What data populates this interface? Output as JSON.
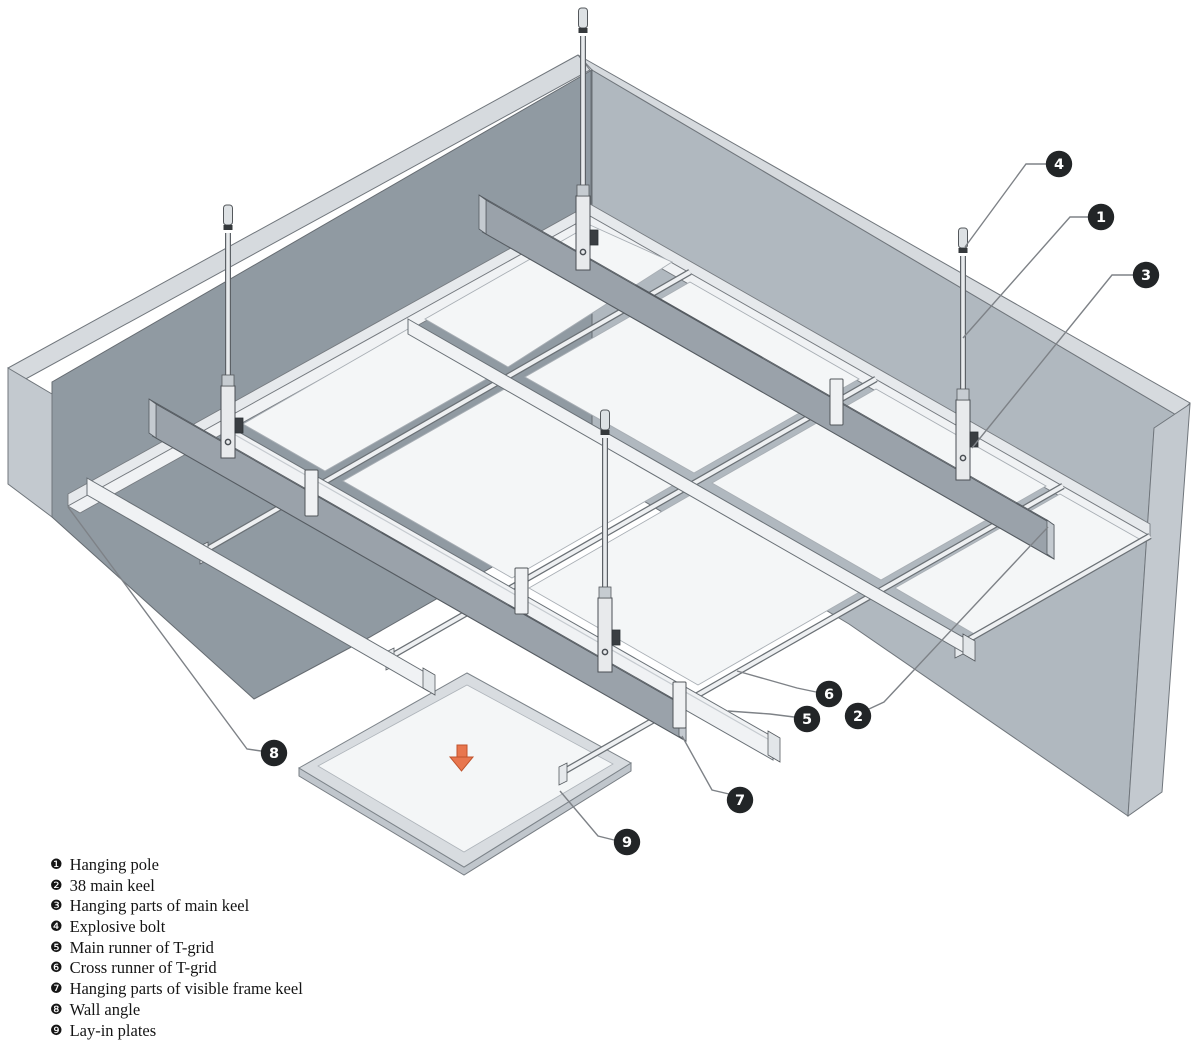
{
  "diagram": {
    "subject": "Suspended T-grid ceiling installation, isometric cutaway",
    "install_arrow": {
      "direction": "down",
      "color": "#e8764e"
    }
  },
  "callouts": [
    {
      "number": "1"
    },
    {
      "number": "2"
    },
    {
      "number": "3"
    },
    {
      "number": "4"
    },
    {
      "number": "5"
    },
    {
      "number": "6"
    },
    {
      "number": "7"
    },
    {
      "number": "8"
    },
    {
      "number": "9"
    }
  ],
  "legend": {
    "items": [
      {
        "marker": "❶",
        "label": "Hanging pole"
      },
      {
        "marker": "❷",
        "label": "38 main keel"
      },
      {
        "marker": "❸",
        "label": "Hanging parts of main keel"
      },
      {
        "marker": "❹",
        "label": "Explosive bolt"
      },
      {
        "marker": "❺",
        "label": "Main runner of T-grid"
      },
      {
        "marker": "❻",
        "label": "Cross runner of T-grid"
      },
      {
        "marker": "❼",
        "label": "Hanging parts of visible frame keel"
      },
      {
        "marker": "❽",
        "label": "Wall angle"
      },
      {
        "marker": "❾",
        "label": "Lay-in plates"
      }
    ]
  },
  "palette": {
    "wall_left": "#909aa2",
    "wall_right": "#b0b8bf",
    "wall_top_band": "#d6dade",
    "panel": "#f4f6f7",
    "metal_light": "#eef0f2",
    "keel_web": "#9aa2aa",
    "callout_bg": "#222527",
    "callout_text": "#ffffff",
    "leader_line": "#7e8287",
    "arrow": "#e8764e"
  }
}
